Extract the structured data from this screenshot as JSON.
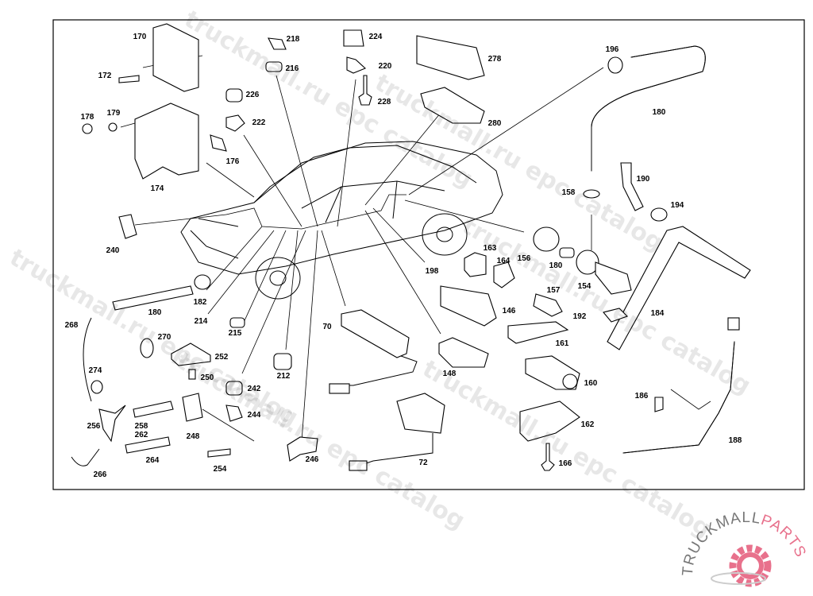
{
  "diagram": {
    "labels": [
      "170",
      "172",
      "178",
      "179",
      "174",
      "176",
      "218",
      "216",
      "224",
      "220",
      "226",
      "228",
      "222",
      "278",
      "280",
      "196",
      "180",
      "190",
      "158",
      "194",
      "240",
      "156",
      "163",
      "164",
      "180",
      "154",
      "198",
      "182",
      "180",
      "214",
      "215",
      "157",
      "146",
      "192",
      "184",
      "268",
      "270",
      "70",
      "161",
      "252",
      "274",
      "212",
      "148",
      "160",
      "250",
      "242",
      "186",
      "256",
      "258",
      "262",
      "244",
      "248",
      "162",
      "188",
      "264",
      "254",
      "246",
      "72",
      "166",
      "266"
    ]
  },
  "watermark": {
    "text": "truckmall.ru epc catalog"
  },
  "logo": {
    "word1": "TRUCKMALL",
    "word2": "PARTS",
    "accent_color": "#e8718c",
    "gray_color": "#777777",
    "icon": "gear-icon"
  }
}
